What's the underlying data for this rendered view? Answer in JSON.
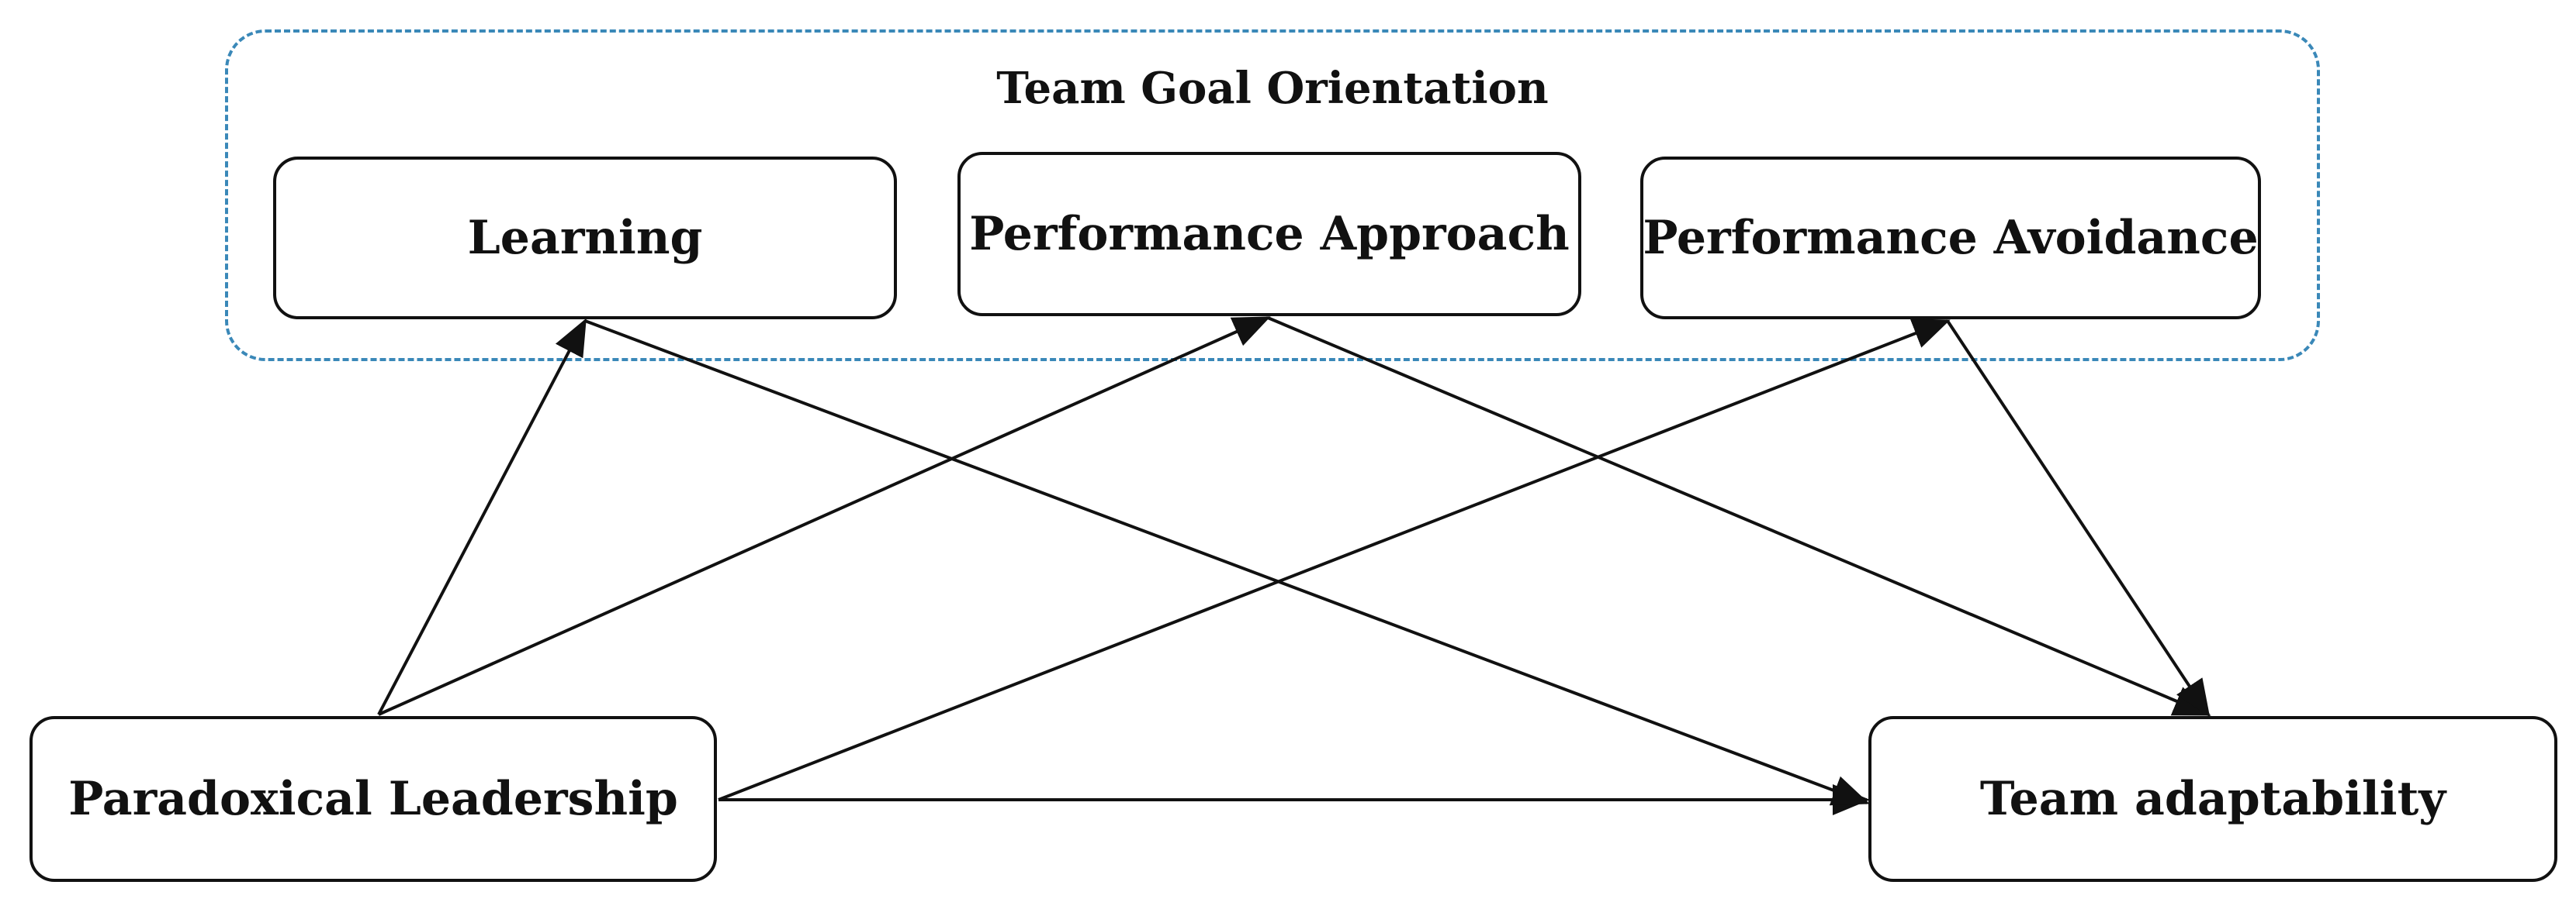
{
  "group": {
    "title": "Team Goal Orientation",
    "frame_color": "#3a88b8"
  },
  "nodes": {
    "learning": "Learning",
    "performance_approach": "Performance Approach",
    "performance_avoidance": "Performance Avoidance",
    "paradoxical_leadership": "Paradoxical Leadership",
    "team_adaptability": "Team adaptability"
  },
  "edges": [
    {
      "from": "paradoxical_leadership",
      "to": "learning"
    },
    {
      "from": "paradoxical_leadership",
      "to": "performance_approach"
    },
    {
      "from": "paradoxical_leadership",
      "to": "performance_avoidance"
    },
    {
      "from": "paradoxical_leadership",
      "to": "team_adaptability"
    },
    {
      "from": "learning",
      "to": "team_adaptability"
    },
    {
      "from": "performance_approach",
      "to": "team_adaptability"
    },
    {
      "from": "performance_avoidance",
      "to": "team_adaptability"
    }
  ]
}
